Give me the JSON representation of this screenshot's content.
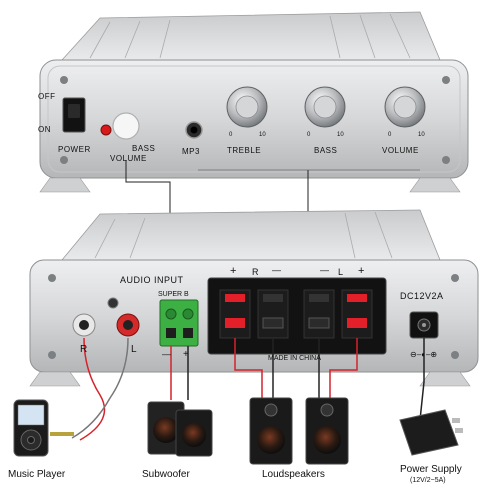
{
  "front_panel": {
    "switch_off": "OFF",
    "switch_on": "ON",
    "power": "POWER",
    "bass_volume_line1": "BASS",
    "bass_volume_line2": "VOLUME",
    "mp3": "MP3",
    "knobs": [
      {
        "label": "TREBLE",
        "min": "0",
        "max": "10"
      },
      {
        "label": "BASS",
        "min": "0",
        "max": "10"
      },
      {
        "label": "VOLUME",
        "min": "0",
        "max": "10"
      }
    ]
  },
  "back_panel": {
    "audio_input": "AUDIO INPUT",
    "super_bass": "SUPER B",
    "rca_r": "R",
    "rca_l": "L",
    "sub_minus": "—",
    "sub_plus": "+",
    "terminals_r": "R",
    "terminals_l": "L",
    "terminal_plus_left": "+",
    "terminal_minus_left": "—",
    "terminal_minus_right": "—",
    "terminal_plus_right": "+",
    "made_in": "MADE IN CHINA",
    "dc_rating": "DC12V2A",
    "polarity": "⊖–◐–⊕"
  },
  "devices": {
    "music_player": "Music Player",
    "subwoofer": "Subwoofer",
    "loudspeakers": "Loudspeakers",
    "power_supply_line1": "Power Supply",
    "power_supply_line2": "(12V/2~5A)"
  },
  "colors": {
    "aluminum": "#d9dadb",
    "aluminum_dark": "#9a9c9e",
    "panel_black": "#141414",
    "terminal_red": "#e3202a",
    "terminal_green": "#3cb043",
    "wire_red": "#d4232b",
    "wire_black": "#222222"
  }
}
